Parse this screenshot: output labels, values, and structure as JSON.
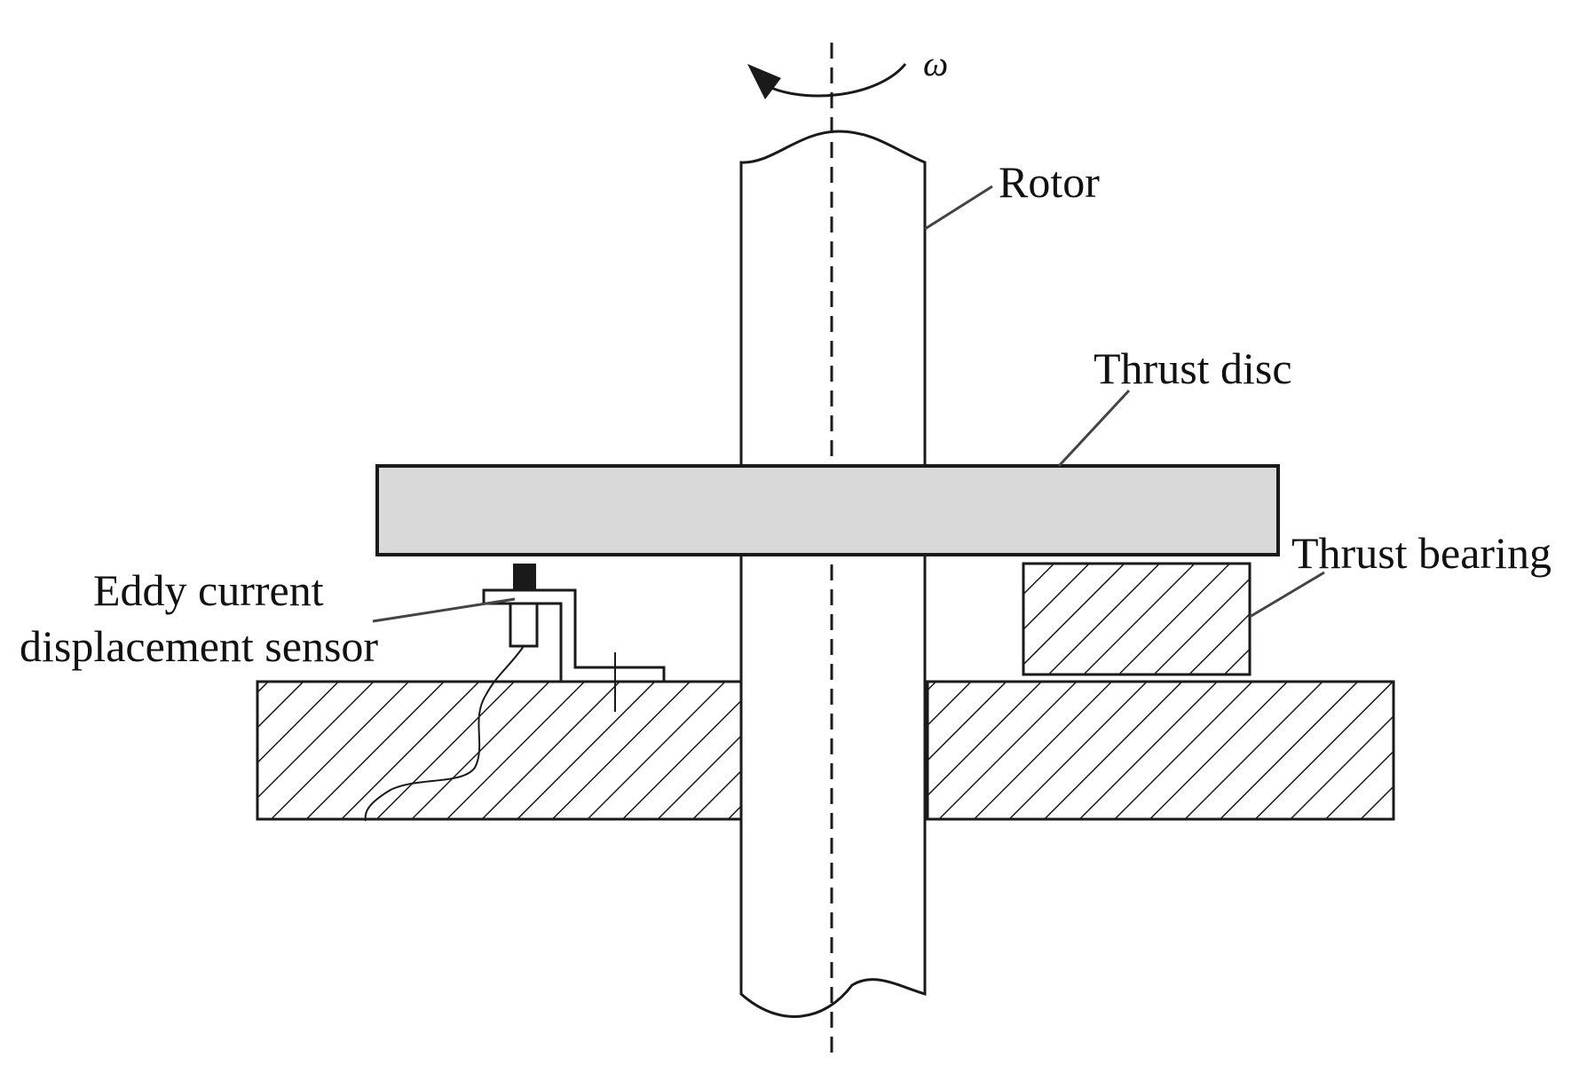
{
  "labels": {
    "omega": "ω",
    "rotor": "Rotor",
    "thrust_disc": "Thrust disc",
    "thrust_bearing": "Thrust bearing",
    "sensor_line1": "Eddy current",
    "sensor_line2": "displacement sensor"
  },
  "colors": {
    "stroke": "#1a1a1a",
    "disc_fill": "#d9d9d9",
    "background": "#ffffff"
  }
}
